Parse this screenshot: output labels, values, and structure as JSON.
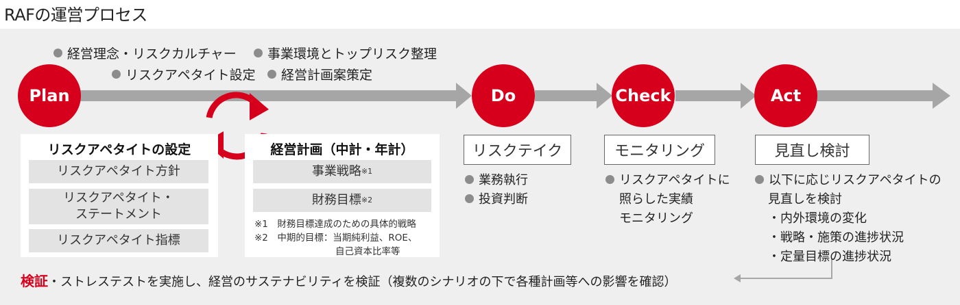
{
  "title": "RAFの運営プロセス",
  "stages": {
    "plan": "Plan",
    "do": "Do",
    "check": "Check",
    "act": "Act"
  },
  "plan_bullets": [
    "経営理念・リスクカルチャー",
    "事業環境とトップリスク整理",
    "リスクアペタイト設定",
    "経営計画案策定"
  ],
  "appetite_box": {
    "title": "リスクアペタイトの設定",
    "items": [
      "リスクアペタイト方針",
      "リスクアペタイト・",
      "ステートメント",
      "リスクアペタイト指標"
    ]
  },
  "plan_box": {
    "title": "経営計画（中計・年計）",
    "item1": "事業戦略",
    "item1_sup": "※1",
    "item2": "財務目標",
    "item2_sup": "※2",
    "note1": "※1　財務目標達成のための具体的戦略",
    "note2": "※2　中期的目標：当期純利益、ROE、",
    "note3": "自己資本比率等"
  },
  "do": {
    "box": "リスクテイク",
    "bullets": [
      "業務執行",
      "投資判断"
    ]
  },
  "check": {
    "box": "モニタリング",
    "lines": [
      "リスクアペタイトに",
      "照らした実績",
      "モニタリング"
    ]
  },
  "act": {
    "box": "見直し検討",
    "lines": [
      "以下に応じリスクアペタイトの",
      "見直しを検討"
    ],
    "subitems": [
      "・内外環境の変化",
      "・戦略・施策の進捗状況",
      "・定量目標の進捗状況"
    ]
  },
  "verification": {
    "label": "検証",
    "text": "・ストレステストを実施し、経営のサステナビリティを検証（複数のシナリオの下で各種計画等への影響を確認）"
  },
  "colors": {
    "accent": "#d6001c",
    "arrow": "#a6a6a6",
    "panel": "#efefef"
  }
}
